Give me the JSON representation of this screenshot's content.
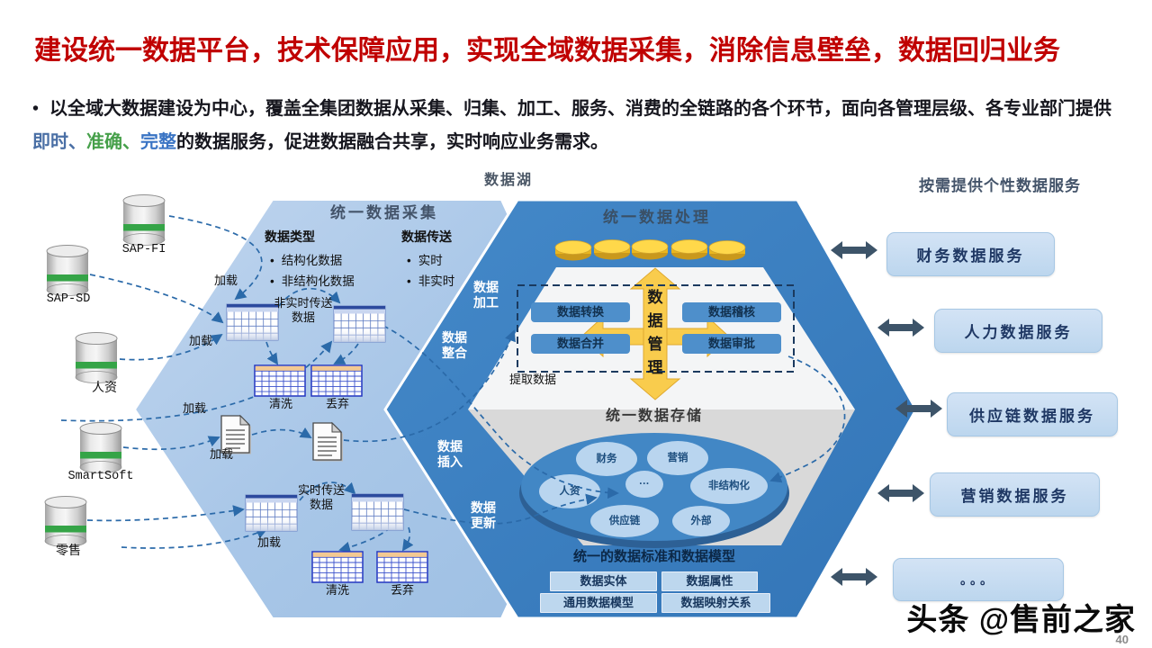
{
  "slide": {
    "title": "建设统一数据平台，技术保障应用，实现全域数据采集，消除信息壁垒，数据回归业务",
    "bullet": {
      "marker": "•",
      "pre": "以全域大数据建设为中心，覆盖全集团数据从采集、归集、加工、服务、消费的全链路的各个环节，面向各管理层级、各专业部门提供",
      "hl1": "即时、",
      "hl2": "准确、",
      "hl3": "完整",
      "post": "的数据服务，促进数据融合共享，实时响应业务需求。"
    },
    "watermark": "头条 @售前之家",
    "page_number": "40"
  },
  "colors": {
    "title_red": "#C00000",
    "highlight_blue_muted": "#4A6FA5",
    "highlight_green": "#46A04A",
    "highlight_blue": "#3A74C4",
    "hex_light_fill": "#A9C7E8",
    "hex_dark_fill": "#3E82C4",
    "inner_white": "#F4F5F6",
    "inner_gray": "#D9D9D9",
    "service_box_fill": "#BDD7EE",
    "arrow_slate": "#3D5469",
    "gold": "#F7CC46",
    "flow_line_blue": "#2B6AA9",
    "db_green_band": "#35A447"
  },
  "diagram": {
    "data_lake_label": "数据湖",
    "load_label": "加载",
    "sources": {
      "s1": "SAP-FI",
      "s2": "SAP-SD",
      "s3": "人资",
      "s4": "SmartSoft",
      "s5": "零售"
    },
    "collection": {
      "title": "统一数据采集",
      "data_type_header": "数据类型",
      "data_type_item1": "结构化数据",
      "data_type_item2": "非结构化数据",
      "transfer_header": "数据传送",
      "transfer_item1": "实时",
      "transfer_item2": "非实时",
      "non_realtime_transfer": "非实时传送数据",
      "realtime_transfer": "实时传送数据",
      "clean_label": "清洗",
      "discard_label": "丢弃"
    },
    "band": {
      "process": "数据加工",
      "integrate": "数据整合",
      "insert": "数据插入",
      "update": "数据更新"
    },
    "processing": {
      "title": "统一数据处理",
      "manage": "数据管理",
      "box1": "数据转换",
      "box2": "数据稽核",
      "box3": "数据合并",
      "box4": "数据审批",
      "extract": "提取数据"
    },
    "storage": {
      "title": "统一数据存储",
      "item1": "财务",
      "item2": "营销",
      "item3": "人资",
      "item4": "···",
      "item5": "非结构化",
      "item6": "供应链",
      "item7": "外部"
    },
    "standards": {
      "title": "统一的数据标准和数据模型",
      "chip1": "数据实体",
      "chip2": "数据属性",
      "chip3": "通用数据模型",
      "chip4": "数据映射关系"
    },
    "services": {
      "header": "按需提供个性数据服务",
      "item1": "财务数据服务",
      "item2": "人力数据服务",
      "item3": "供应链数据服务",
      "item4": "营销数据服务",
      "item5": "。。。"
    }
  }
}
